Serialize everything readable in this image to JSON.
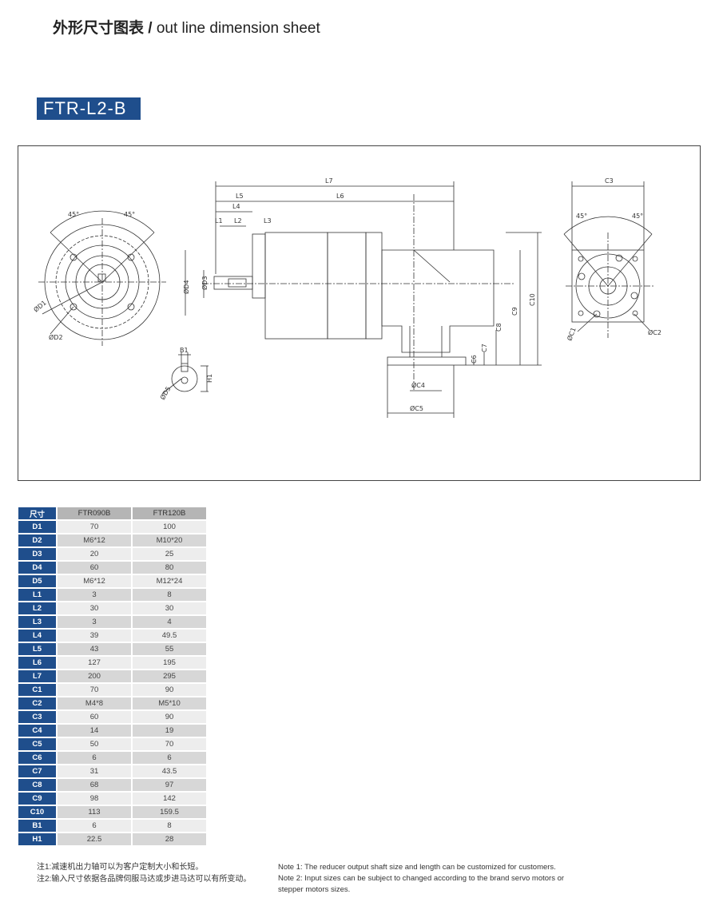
{
  "header": {
    "title_cn": "外形尺寸图表",
    "title_sep": " / ",
    "title_en": "out line dimension sheet"
  },
  "model_badge": "FTR-L2-B",
  "drawing": {
    "labels": {
      "L7": "L7",
      "L6": "L6",
      "L5": "L5",
      "L4": "L4",
      "L2": "L2",
      "L1": "L1",
      "L3": "L3",
      "D1": "ØD1",
      "D2": "ØD2",
      "D3": "ØD3",
      "D4": "ØD4",
      "D5": "ØD5",
      "C1": "ØC1",
      "C2": "ØC2",
      "C3": "C3",
      "C4": "ØC4",
      "C5": "ØC5",
      "C6": "C6",
      "C7": "C7",
      "C8": "C8",
      "C9": "C9",
      "C10": "C10",
      "B1": "B1",
      "H1": "H1",
      "angle": "45°"
    }
  },
  "table": {
    "header": [
      "尺寸",
      "FTR090B",
      "FTR120B"
    ],
    "rows": [
      {
        "key": "D1",
        "a": "70",
        "b": "100"
      },
      {
        "key": "D2",
        "a": "M6*12",
        "b": "M10*20"
      },
      {
        "key": "D3",
        "a": "20",
        "b": "25"
      },
      {
        "key": "D4",
        "a": "60",
        "b": "80"
      },
      {
        "key": "D5",
        "a": "M6*12",
        "b": "M12*24"
      },
      {
        "key": "L1",
        "a": "3",
        "b": "8"
      },
      {
        "key": "L2",
        "a": "30",
        "b": "30"
      },
      {
        "key": "L3",
        "a": "3",
        "b": "4"
      },
      {
        "key": "L4",
        "a": "39",
        "b": "49.5"
      },
      {
        "key": "L5",
        "a": "43",
        "b": "55"
      },
      {
        "key": "L6",
        "a": "127",
        "b": "195"
      },
      {
        "key": "L7",
        "a": "200",
        "b": "295"
      },
      {
        "key": "C1",
        "a": "70",
        "b": "90"
      },
      {
        "key": "C2",
        "a": "M4*8",
        "b": "M5*10"
      },
      {
        "key": "C3",
        "a": "60",
        "b": "90"
      },
      {
        "key": "C4",
        "a": "14",
        "b": "19"
      },
      {
        "key": "C5",
        "a": "50",
        "b": "70"
      },
      {
        "key": "C6",
        "a": "6",
        "b": "6"
      },
      {
        "key": "C7",
        "a": "31",
        "b": "43.5"
      },
      {
        "key": "C8",
        "a": "68",
        "b": "97"
      },
      {
        "key": "C9",
        "a": "98",
        "b": "142"
      },
      {
        "key": "C10",
        "a": "113",
        "b": "159.5"
      },
      {
        "key": "B1",
        "a": "6",
        "b": "8"
      },
      {
        "key": "H1",
        "a": "22.5",
        "b": "28"
      }
    ]
  },
  "notes_cn": [
    "注1:减速机出力轴可以为客户定制大小和长短。",
    "注2:输入尺寸依据各品牌伺服马达或步进马达可以有所变动。"
  ],
  "notes_en": [
    "Note 1: The reducer output shaft size and length can be customized for customers.",
    "Note 2: Input sizes can be subject to changed according to the brand servo motors or stepper motors sizes."
  ],
  "colors": {
    "brand_blue": "#1f4e8c",
    "header_gray": "#b5b5b5",
    "row_light": "#ededed",
    "row_dark": "#d7d7d7"
  }
}
